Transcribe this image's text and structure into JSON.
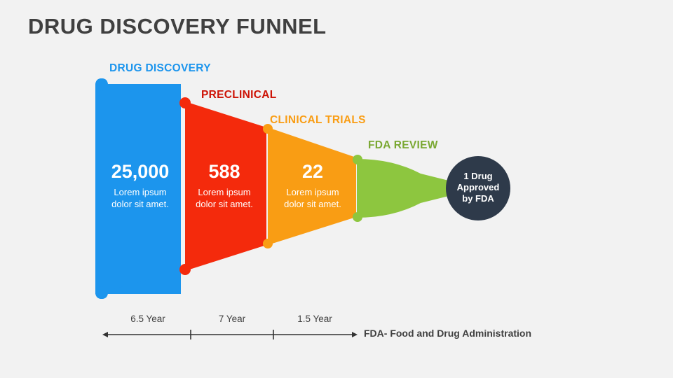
{
  "title": "DRUG DISCOVERY FUNNEL",
  "colors": {
    "background": "#f2f2f2",
    "discovery": "#1c95ed",
    "preclinical": "#f42a0c",
    "clinical": "#f99d14",
    "fda_review": "#8dc63f",
    "circle": "#2e3a4a",
    "text_dark": "#404040"
  },
  "stages": [
    {
      "label": "DRUG DISCOVERY",
      "value": "25,000",
      "desc_line1": "Lorem ipsum",
      "desc_line2": "dolor sit amet.",
      "color": "#1c95ed"
    },
    {
      "label": "PRECLINICAL",
      "value": "588",
      "desc_line1": "Lorem ipsum",
      "desc_line2": "dolor sit amet.",
      "color": "#f42a0c"
    },
    {
      "label": "CLINICAL TRIALS",
      "value": "22",
      "desc_line1": "Lorem ipsum",
      "desc_line2": "dolor sit amet.",
      "color": "#f99d14"
    },
    {
      "label": "FDA REVIEW",
      "value": "",
      "desc_line1": "",
      "desc_line2": "",
      "color": "#8dc63f"
    }
  ],
  "result_circle": {
    "line1": "1 Drug",
    "line2": "Approved",
    "line3": "by FDA"
  },
  "durations": [
    "6.5 Year",
    "7 Year",
    "1.5 Year"
  ],
  "footnote": "FDA- Food and Drug Administration"
}
